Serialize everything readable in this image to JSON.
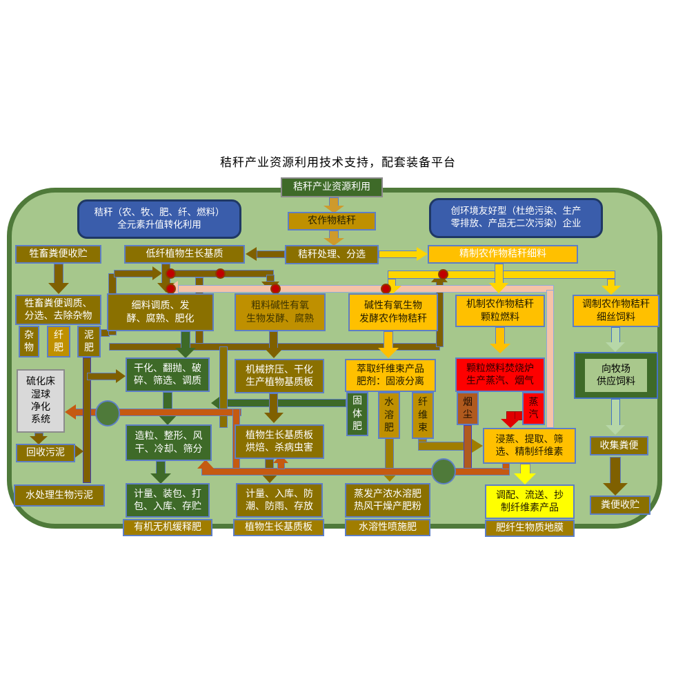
{
  "title": "秸秆产业资源利用技术支持，配套装备平台",
  "colors": {
    "canvas_green": "#a6c78c",
    "border_green": "#4f7a3a",
    "olive_box": "#8a7000",
    "gold_box": "#bf9000",
    "orange_box": "#ffc000",
    "dark_green_box": "#3e6a28",
    "blue_box": "#3a5dab",
    "red_box": "#fe0000",
    "yellow_box": "#ffff00",
    "gray_box": "#d9d9d9",
    "brown_box": "#b05a1e",
    "pink_line": "#f5c3a8",
    "orange_line": "#c55a11",
    "junction_dot": "#c00000"
  },
  "nodes": {
    "top_process": "秸秆产业资源利用",
    "crop_straw": "农作物秸秆",
    "straw_sorting": "秸秆处理、分选",
    "blue_left": "秸秆（农、牧、肥、纤、燃料）\n全元素升值转化利用",
    "blue_right": "创环境友好型（杜绝污染、生产\n零排放、产品无二次污染）企业",
    "low_fiber_substrate": "低纤植物生长基质",
    "refined_fine_material": "精制农作物秸秆细料",
    "manure_storage_top": "牲畜粪便收贮",
    "manure_conditioning": "牲畜粪便调质、\n分选、去除杂物",
    "impurity": "杂\n物",
    "fiber_fertilizer": "纤\n肥",
    "mud_fertilizer": "泥\n肥",
    "fine_conditioning": "细料调质、发\n酵、腐熟、肥化",
    "coarse_fermentation": "粗料碱性有氧\n生物发酵、腐熟",
    "alkaline_fermentation": "碱性有氧生物\n发酵农作物秸秆",
    "pellet_fuel": "机制农作物秸秆\n颗粒燃料",
    "silk_feed": "调制农作物秸秆\n细丝饲料",
    "drying_crushing": "干化、翻抛、破\n碎、筛选、调质",
    "granulating": "造粒、整形、风\n干、冷却、筛分",
    "packing_storage": "计量、装包、打\n包、入库、存贮",
    "organic_fertilizer_label": "有机无机缓释肥",
    "mechanical_pressing": "机械挤压、干化\n生产植物基质板",
    "board_baking": "植物生长基质板\n烘焙、杀病虫害",
    "board_storage": "计量、入库、防\n潮、防雨、存放",
    "growth_board_label": "植物生长基质板",
    "fiber_extraction": "萃取纤维束产品\n肥剂：固液分离",
    "solid_fertilizer": "固\n体\n肥",
    "soluble_fertilizer": "水\n溶\n肥",
    "fiber_bundle": "纤\n维\n束",
    "evaporation": "蒸发产浓水溶肥\n热风干燥产肥粉",
    "spray_fertilizer_label": "水溶性喷施肥",
    "incinerator": "颗粒燃料焚烧炉\n生产蒸汽、烟气",
    "smoke_dust": "烟\n尘",
    "steam": "蒸\n汽",
    "soaking_extraction": "浸蒸、提取、筛\n选、精制纤维素",
    "blending_products": "调配、流送、抄\n制纤维素产品",
    "biomass_film_label": "肥纤生物质地膜",
    "fluidized_bed": "硫化床\n湿球\n净化\n系统",
    "recovered_sludge": "回收污泥",
    "bio_sludge": "水处理生物污泥",
    "pasture_feed": "向牧场\n供应饲料",
    "collect_manure": "收集粪便",
    "manure_storage_bottom": "粪便收贮"
  }
}
